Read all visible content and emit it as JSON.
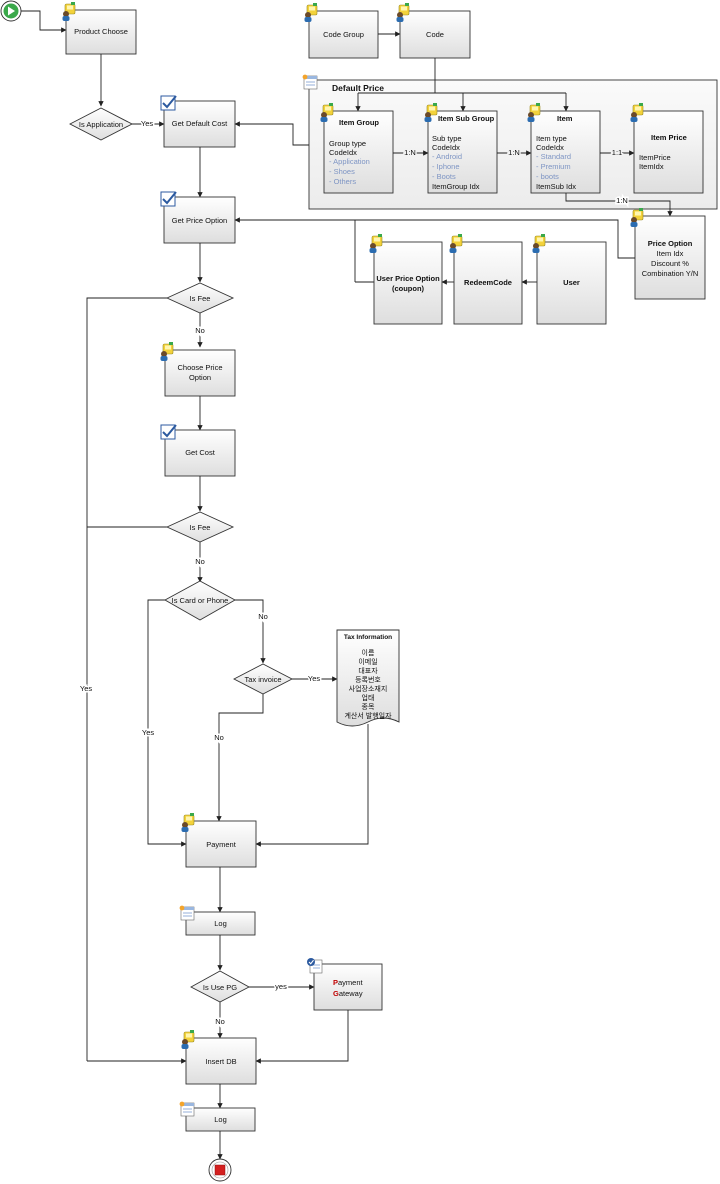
{
  "process": {
    "product_choose": "Product Choose",
    "is_application": "Is Application",
    "yes": "Yes",
    "no": "No",
    "get_default_cost": "Get Default Cost",
    "get_price_option": "Get Price Option",
    "is_fee": "Is Fee",
    "choose_price_option": [
      "Choose Price",
      "Option"
    ],
    "get_cost": "Get Cost",
    "is_card_or_phone": "Is Card or Phone",
    "tax_invoice": "Tax invoice",
    "payment": "Payment",
    "log": "Log",
    "is_use_pg": "Is Use PG",
    "yes_lower": "yes",
    "payment_gateway": [
      {
        "initial": "P",
        "rest": "ayment"
      },
      {
        "initial": "G",
        "rest": "ateway"
      }
    ],
    "insert_db": "Insert DB"
  },
  "codes": {
    "code_group": "Code Group",
    "code": "Code"
  },
  "default_price": {
    "title": "Default Price",
    "item_group": {
      "title": "Item Group",
      "fields": [
        "Group type",
        "CodeIdx"
      ],
      "values": [
        "- Application",
        "- Shoes",
        "- Others"
      ]
    },
    "item_sub_group": {
      "title": "Item Sub Group",
      "fields": [
        "Sub type",
        "CodeIdx"
      ],
      "values": [
        "- Android",
        "- Iphone",
        "- Boots"
      ],
      "footer": "ItemGroup Idx"
    },
    "item": {
      "title": "Item",
      "fields": [
        "Item type",
        "CodeIdx"
      ],
      "values": [
        "- Standard",
        "- Premium",
        "- boots"
      ],
      "footer": "ItemSub Idx"
    },
    "item_price": {
      "title": "Item Price",
      "fields": [
        "ItemPrice",
        "ItemIdx"
      ]
    },
    "rel_1n": "1:N",
    "rel_11": "1:1"
  },
  "price_option": {
    "title": "Price Option",
    "fields": [
      "Item Idx",
      "Discount %",
      "Combination Y/N"
    ],
    "rel": "1:N"
  },
  "user_price_option": [
    "User Price Option",
    "(coupon)"
  ],
  "redeem_code": "RedeemCode",
  "user": "User",
  "tax_information": {
    "title": "Tax Information",
    "fields": [
      "이름",
      "이메일",
      "대표자",
      "등록번호",
      "사업장소재지",
      "업태",
      "종목",
      "계산서 발행일자"
    ]
  },
  "colors": {
    "start_green": "#3aa84a",
    "end_red": "#d42020",
    "box_fill_top": "#ffffff",
    "box_fill_bottom": "#dedede",
    "value_blue": "#7e95c4",
    "pg_red": "#c00000"
  },
  "icons": [
    "user-service-icon",
    "checklist-icon",
    "table-icon",
    "log-sheet-icon",
    "check-sheet-icon"
  ]
}
